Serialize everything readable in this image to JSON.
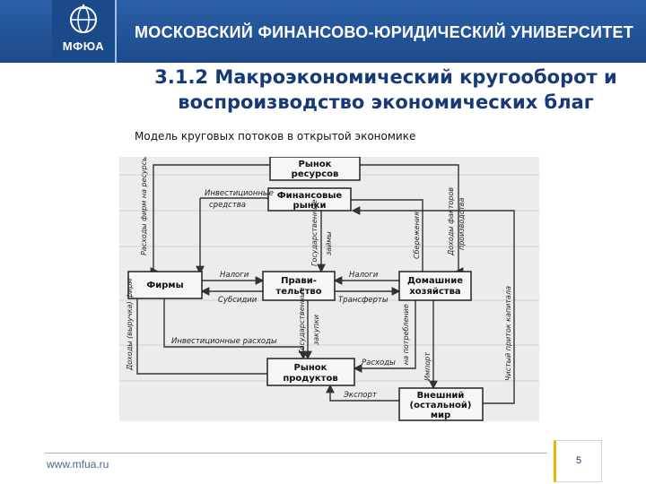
{
  "header": {
    "university_name": "МОСКОВСКИЙ ФИНАНСОВО-ЮРИДИЧЕСКИЙ УНИВЕРСИТЕТ",
    "logo_text": "МФЮА",
    "logo_icon": "globe-emblem-icon"
  },
  "slide": {
    "title_line1": "3.1.2 Макроэкономический кругооборот и",
    "title_line2": "воспроизводство экономических благ",
    "subtitle": "Модель круговых потоков в открытой экономике"
  },
  "diagram": {
    "boxes": {
      "resources_market": [
        "Рынок",
        "ресурсов"
      ],
      "financial_markets": [
        "Финансовые",
        "рынки"
      ],
      "firms": [
        "Фирмы"
      ],
      "government": [
        "Прави-",
        "тельство"
      ],
      "households": [
        "Домашние",
        "хозяйства"
      ],
      "products_market": [
        "Рынок",
        "продуктов"
      ],
      "foreign_world": [
        "Внешний",
        "(остальной)",
        "мир"
      ]
    },
    "labels": {
      "investment_funds": [
        "Инвестиционные",
        "средства"
      ],
      "firm_expenses": "Расходы фирм на ресурсы",
      "gov_borrowing": [
        "Государственные",
        "займы"
      ],
      "savings": "Сбережения",
      "factor_income": [
        "Доходы факторов",
        "производства"
      ],
      "taxes_left": "Налоги",
      "subsidies": "Субсидии",
      "taxes_right": "Налоги",
      "transfers": "Трансферты",
      "firm_income": "Доходы (выручка) фирм",
      "investment_spending": "Инвестиционные расходы",
      "gov_purchases": [
        "Государственные",
        "закупки"
      ],
      "consumption_spending": [
        "Расходы",
        "на потребление"
      ],
      "imports": "Импорт",
      "exports": "Экспорт",
      "net_capital": "Чистый приток капитала"
    }
  },
  "footer": {
    "url": "www.mfua.ru",
    "page_number": "5"
  },
  "colors": {
    "header_blue": "#1d4a8c",
    "title_blue": "#163a78",
    "page_accent": "#f0b400"
  }
}
